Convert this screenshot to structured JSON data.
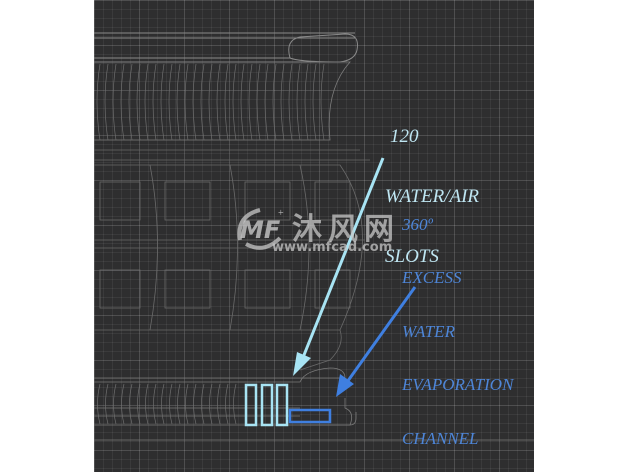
{
  "diagram": {
    "background_color": "#2e2e2f",
    "line_color": "#8a8a8a",
    "callouts": [
      {
        "id": "slots",
        "lines": [
          "120",
          "WATER/AIR",
          "SLOTS"
        ],
        "color": "#a8e4f4"
      },
      {
        "id": "channel",
        "lines": [
          "360º",
          "EXCESS",
          "WATER",
          "EVAPORATION",
          "CHANNEL"
        ],
        "color": "#3f7fe0"
      }
    ],
    "highlights": {
      "slots_boxes": 3,
      "slots_color": "#a8e4f4",
      "channel_box_color": "#3f7fe0"
    }
  },
  "watermark": {
    "logo_text": "MF",
    "name": "沐风网",
    "url": "www.mfcad.com"
  }
}
